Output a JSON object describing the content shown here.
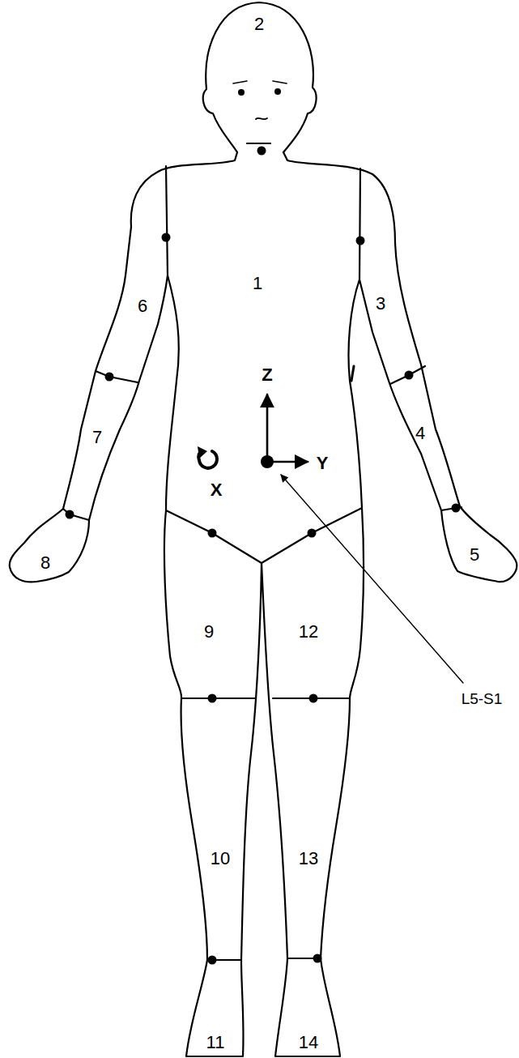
{
  "diagram": {
    "labels": [
      "2",
      "1",
      "6",
      "3",
      "7",
      "4",
      "Z",
      "Y",
      "X",
      "8",
      "5",
      "9",
      "12",
      "L5-S1",
      "10",
      "13",
      "11",
      "14"
    ]
  }
}
